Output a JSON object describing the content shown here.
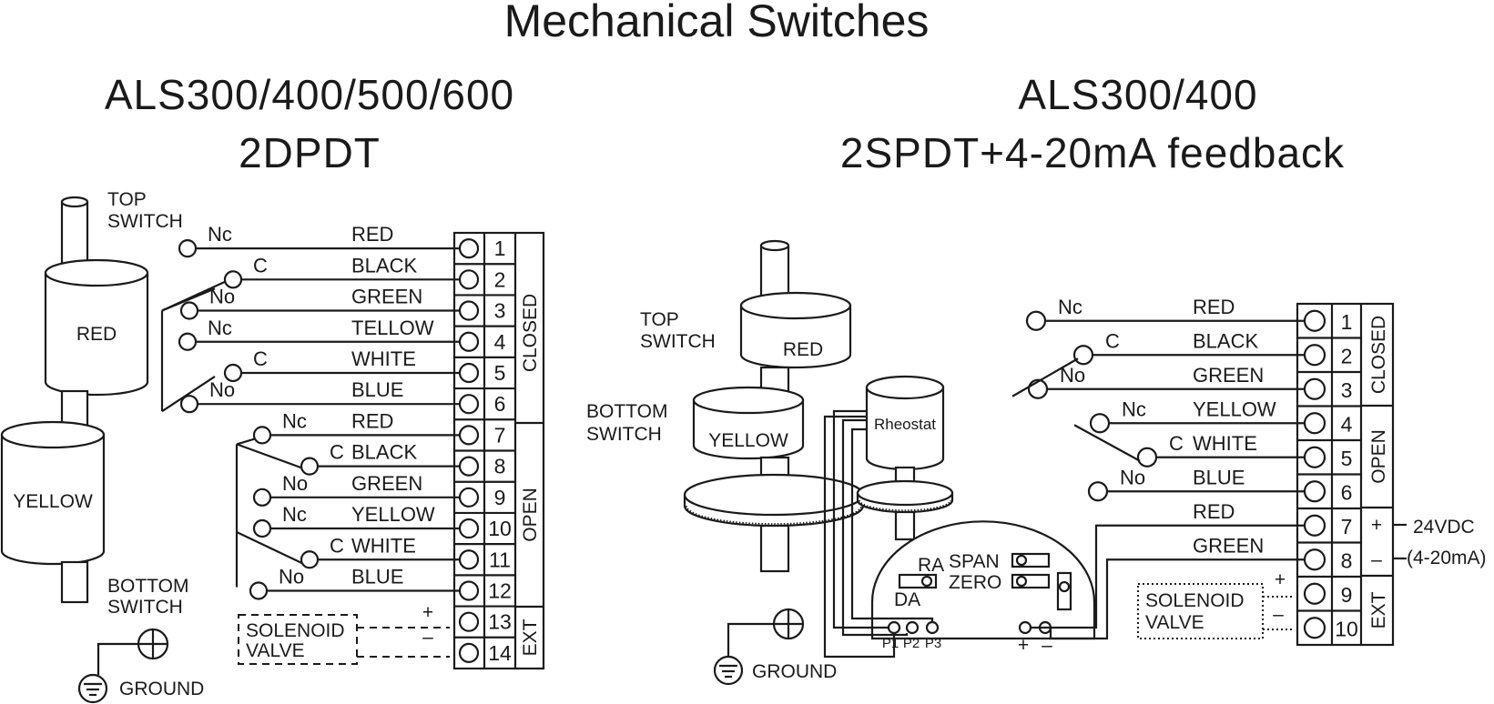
{
  "title": "Mechanical Switches",
  "left": {
    "model": "ALS300/400/500/600",
    "config": "2DPDT",
    "top_switch": [
      "TOP",
      "SWITCH"
    ],
    "bottom_switch": [
      "BOTTOM",
      "SWITCH"
    ],
    "cam_top": "RED",
    "cam_bottom": "YELLOW",
    "ground": "GROUND",
    "solenoid": [
      "SOLENOID",
      "VALVE"
    ],
    "sol_plus": "+",
    "sol_minus": "–",
    "contacts": [
      "Nc",
      "C",
      "No",
      "Nc",
      "C",
      "No",
      "Nc",
      "C",
      "No",
      "Nc",
      "C",
      "No"
    ],
    "wires": [
      "RED",
      "BLACK",
      "GREEN",
      "TELLOW",
      "WHITE",
      "BLUE",
      "RED",
      "BLACK",
      "GREEN",
      "YELLOW",
      "WHITE",
      "BLUE"
    ],
    "terminals": [
      "1",
      "2",
      "3",
      "4",
      "5",
      "6",
      "7",
      "8",
      "9",
      "10",
      "11",
      "12",
      "13",
      "14"
    ],
    "groups": [
      "CLOSED",
      "OPEN",
      "EXT"
    ]
  },
  "right": {
    "model": "ALS300/400",
    "config": "2SPDT+4-20mA feedback",
    "top_switch": [
      "TOP",
      "SWITCH"
    ],
    "bottom_switch": [
      "BOTTOM",
      "SWITCH"
    ],
    "cam_top": "RED",
    "cam_bottom": "YELLOW",
    "rheostat": "Rheostat",
    "ground": "GROUND",
    "board": {
      "span": "SPAN",
      "zero": "ZERO",
      "ra": "RA",
      "da": "DA",
      "p1": "P1",
      "p2": "P2",
      "p3": "P3",
      "plus": "+",
      "minus": "–"
    },
    "contacts": [
      "Nc",
      "C",
      "No",
      "Nc",
      "C",
      "No"
    ],
    "wires": [
      "RED",
      "BLACK",
      "GREEN",
      "YELLOW",
      "WHITE",
      "BLUE",
      "RED",
      "GREEN"
    ],
    "terminals": [
      "1",
      "2",
      "3",
      "4",
      "5",
      "6",
      "7",
      "8",
      "9",
      "10"
    ],
    "groups": [
      "CLOSED",
      "OPEN",
      "EXT"
    ],
    "polarity": [
      "+",
      "–"
    ],
    "supply": [
      "24VDC",
      "(4-20mA)"
    ],
    "solenoid": [
      "SOLENOID",
      "VALVE"
    ],
    "sol_plus": "+",
    "sol_minus": "–"
  }
}
